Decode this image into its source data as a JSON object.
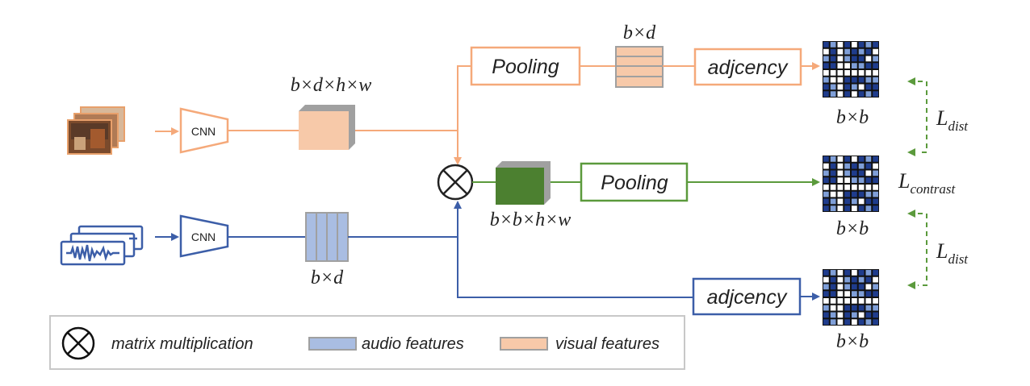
{
  "colors": {
    "visual": "#f5a97a",
    "visual_fill": "#f7c9a9",
    "audio": "#3c5ea8",
    "audio_fill": "#a9bde2",
    "fused": "#5b9a3c",
    "fused_fill": "#4c8030",
    "dist_arrow": "#5b9a3c",
    "matrix_dark": "#1f3c8c",
    "matrix_light": "#7f9fd8",
    "grey_shadow": "#a0a0a0"
  },
  "visual_branch": {
    "cnn_label": "CNN",
    "feature_label": "b×d×h×w",
    "pooling_label": "Pooling",
    "pooled_label": "b×d",
    "adjacency_label": "adjcency",
    "matrix_label": "b×b"
  },
  "audio_branch": {
    "cnn_label": "CNN",
    "feature_label": "b×d",
    "adjacency_label": "adjcency",
    "matrix_label": "b×b"
  },
  "fused_branch": {
    "feature_label": "b×b×h×w",
    "pooling_label": "Pooling",
    "matrix_label": "b×b"
  },
  "losses": {
    "dist_top_main": "L",
    "dist_top_sub": "dist",
    "contrast_main": "L",
    "contrast_sub": "contrast",
    "dist_bottom_main": "L",
    "dist_bottom_sub": "dist"
  },
  "legend": {
    "matmul_label": "matrix multiplication",
    "audio_label": "audio features",
    "visual_label": "visual features"
  }
}
